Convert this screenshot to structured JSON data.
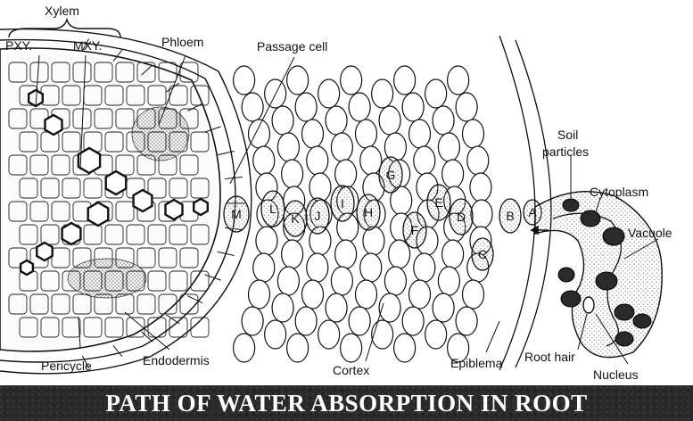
{
  "labels": {
    "xylem": "Xylem",
    "pxy": "PXY.",
    "mxy": "MXY.",
    "phloem": "Phloem",
    "passage_cell": "Passage cell",
    "soil_particles_line1": "Soil",
    "soil_particles_line2": "particles",
    "cytoplasm": "Cytoplasm",
    "vacuole": "Vacuole",
    "root_hair": "Root hair",
    "nucleus": "Nucleus",
    "pericycle": "Pericycle",
    "endodermis": "Endodermis",
    "cortex": "Cortex",
    "epiblema": "Epiblema"
  },
  "cell_letters": {
    "a": "A",
    "b": "B",
    "c": "C",
    "d": "D",
    "e": "E",
    "f": "F",
    "g": "G",
    "h": "H",
    "i": "I",
    "j": "J",
    "k": "K",
    "l": "L",
    "m": "M"
  },
  "banner": {
    "title": "PATH OF WATER ABSORPTION IN ROOT"
  },
  "colors": {
    "ink": "#111111",
    "banner_bg": "#2a2a2a",
    "banner_text": "#ffffff",
    "cell_fill": "#ffffff",
    "stipple": "#9a9a9a"
  }
}
